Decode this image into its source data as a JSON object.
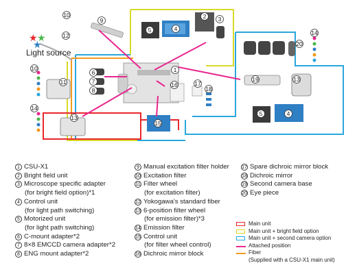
{
  "light_source_label": "Light source",
  "diagram_numbers": [
    "1",
    "2",
    "3",
    "4",
    "5",
    "6",
    "7",
    "8",
    "9",
    "10",
    "11",
    "12",
    "13",
    "14",
    "15",
    "16",
    "17",
    "18",
    "19",
    "20"
  ],
  "parts_col1": [
    {
      "n": "1",
      "lines": [
        "CSU-X1"
      ]
    },
    {
      "n": "2",
      "lines": [
        "Bright field unit"
      ]
    },
    {
      "n": "3",
      "lines": [
        "Microscope specific adapter",
        "(for bright field option)*1"
      ]
    },
    {
      "n": "4",
      "lines": [
        "Control unit",
        "(for light path switching)"
      ]
    },
    {
      "n": "5",
      "lines": [
        "Motorized unit",
        "(for light path switching)"
      ]
    },
    {
      "n": "6",
      "lines": [
        "C-mount adapter*2"
      ]
    },
    {
      "n": "7",
      "lines": [
        "8×8 EMCCD camera adapter*2"
      ]
    },
    {
      "n": "8",
      "lines": [
        "ENG mount adapter*2"
      ]
    }
  ],
  "parts_col2": [
    {
      "n": "9",
      "lines": [
        "Manual excitation filter holder"
      ]
    },
    {
      "n": "10",
      "lines": [
        "Excitation filter"
      ]
    },
    {
      "n": "11",
      "lines": [
        "Filter wheel",
        "(for excitation filter)"
      ]
    },
    {
      "n": "12",
      "lines": [
        "Yokogawa's standard fiber"
      ]
    },
    {
      "n": "13",
      "lines": [
        "6-position filter wheel",
        "(for emission filter)*3"
      ]
    },
    {
      "n": "14",
      "lines": [
        "Emission filter"
      ]
    },
    {
      "n": "15",
      "lines": [
        "Control unit",
        "(for filter wheel control)"
      ]
    },
    {
      "n": "16",
      "lines": [
        "Dichroic mirror block"
      ]
    }
  ],
  "parts_col3": [
    {
      "n": "17",
      "lines": [
        "Spare dichroic mirror block"
      ]
    },
    {
      "n": "18",
      "lines": [
        "Dichroic mirror"
      ]
    },
    {
      "n": "19",
      "lines": [
        "Second camera base"
      ]
    },
    {
      "n": "20",
      "lines": [
        "Eye piece"
      ]
    }
  ],
  "legend": {
    "main_unit": "Main unit",
    "bright_field": "Main unit + bright field option",
    "second_camera": "Main unit + second camera option",
    "attached": "Attached position",
    "fiber": "Fiber",
    "fiber_note": "(Supplied with a CSU-X1 main unit)"
  },
  "colors": {
    "main_unit": "#e8262b",
    "bright_field": "#d9d92a",
    "second_camera": "#2aa6dc",
    "attached": "#e8268e",
    "fiber": "#f39a1e",
    "device_blue": "#2f7fc4",
    "device_dark": "#333333"
  },
  "icons": [
    "star-red",
    "star-green",
    "star-blue"
  ]
}
